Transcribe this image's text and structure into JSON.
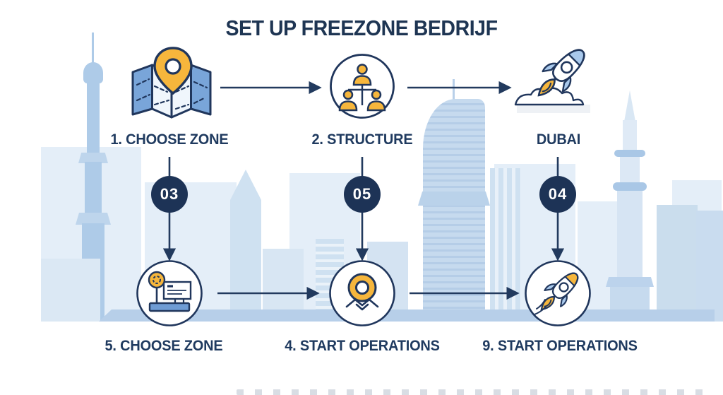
{
  "title": "SET UP FREEZONE BEDRIJF",
  "colors": {
    "navy": "#20365c",
    "badge_navy": "#1d3356",
    "yellow": "#f6b63c",
    "icon_blue": "#a9c9ec",
    "map_panel_blue": "#79a5d9",
    "skyline_back": "#e4eef8",
    "skyline_mid": "#cfe1f1",
    "skyline_front": "#aecbe8"
  },
  "flow": {
    "top_row": [
      {
        "label": "1. CHOOSE ZONE",
        "icon": "map-location-pin-icon"
      },
      {
        "label": "2. STRUCTURE",
        "icon": "org-chart-icon"
      },
      {
        "label": "DUBAI",
        "icon": "rocket-launch-clouds-icon"
      }
    ],
    "badges": [
      {
        "number": "03"
      },
      {
        "number": "05"
      },
      {
        "number": "04"
      }
    ],
    "bottom_row": [
      {
        "label": "5. CHOOSE ZONE",
        "icon": "registration-desk-icon"
      },
      {
        "label": "4. START OPERATIONS",
        "icon": "location-ring-map-icon"
      },
      {
        "label": "9. START OPERATIONS",
        "icon": "rocket-icon"
      }
    ]
  }
}
